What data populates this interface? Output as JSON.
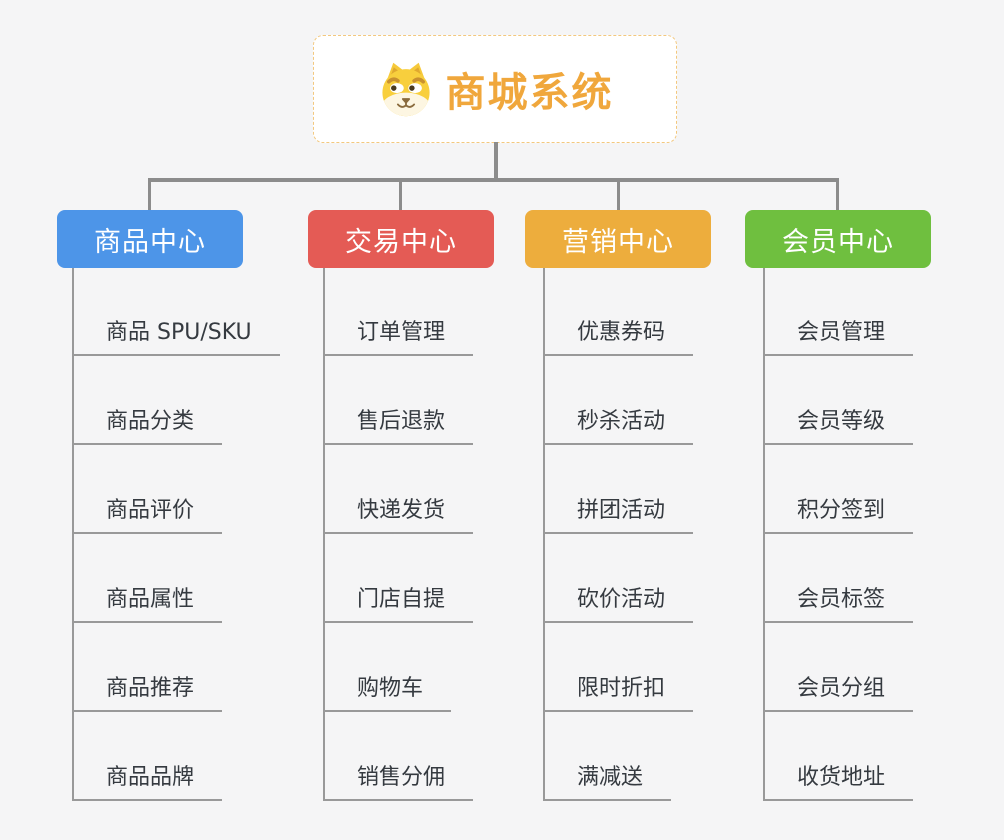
{
  "root": {
    "label": "商城系统",
    "icon": "dog-mascot-icon",
    "text_color": "#f0a73c",
    "border_color": "#f3c87e",
    "background": "#ffffff"
  },
  "branches": [
    {
      "label": "商品中心",
      "color": "#4d95e8",
      "items": [
        "商品 SPU/SKU",
        "商品分类",
        "商品评价",
        "商品属性",
        "商品推荐",
        "商品品牌"
      ]
    },
    {
      "label": "交易中心",
      "color": "#e45b55",
      "items": [
        "订单管理",
        "售后退款",
        "快递发货",
        "门店自提",
        "购物车",
        "销售分佣"
      ]
    },
    {
      "label": "营销中心",
      "color": "#edad3d",
      "items": [
        "优惠券码",
        "秒杀活动",
        "拼团活动",
        "砍价活动",
        "限时折扣",
        "满减送"
      ]
    },
    {
      "label": "会员中心",
      "color": "#6fbf3f",
      "items": [
        "会员管理",
        "会员等级",
        "积分签到",
        "会员标签",
        "会员分组",
        "收货地址"
      ]
    }
  ],
  "style": {
    "connector_color": "#8c8c8c",
    "leaf_line_color": "#999999",
    "leaf_text_color": "#353a40",
    "canvas_background": "#f5f5f6"
  }
}
